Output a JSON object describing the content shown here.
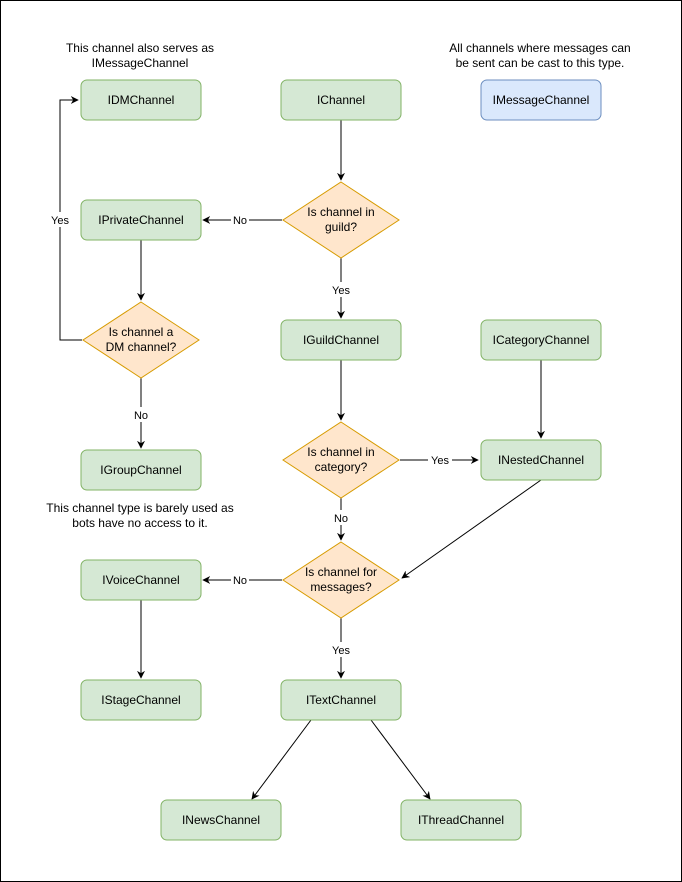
{
  "colors": {
    "type_fill": "#d5e8d4",
    "type_stroke": "#82b366",
    "base_fill": "#dae8fc",
    "base_stroke": "#6c8ebf",
    "decision_fill": "#ffe6cc",
    "decision_stroke": "#d79b00",
    "edge": "#000000"
  },
  "notes": {
    "dm": [
      "This channel also serves as",
      "IMessageChannel"
    ],
    "message": [
      "All channels where messages can",
      "be sent can be cast to this type."
    ],
    "group": [
      "This channel type is barely used as",
      "bots have no access to it."
    ]
  },
  "nodes": {
    "dm": "IDMChannel",
    "channel": "IChannel",
    "message": "IMessageChannel",
    "private": "IPrivateChannel",
    "guild": "IGuildChannel",
    "category": "ICategoryChannel",
    "group": "IGroupChannel",
    "nested": "INestedChannel",
    "voice": "IVoiceChannel",
    "stage": "IStageChannel",
    "text": "ITextChannel",
    "news": "INewsChannel",
    "thread": "IThreadChannel"
  },
  "decisions": {
    "in_guild": [
      "Is channel in",
      "guild?"
    ],
    "is_dm": [
      "Is channel a",
      "DM channel?"
    ],
    "in_category": [
      "Is channel in",
      "category?"
    ],
    "for_messages": [
      "Is channel for",
      "messages?"
    ]
  },
  "edge_labels": {
    "guild_no": "No",
    "guild_yes": "Yes",
    "dm_yes": "Yes",
    "dm_no": "No",
    "category_yes": "Yes",
    "category_no": "No",
    "messages_no": "No",
    "messages_yes": "Yes"
  }
}
